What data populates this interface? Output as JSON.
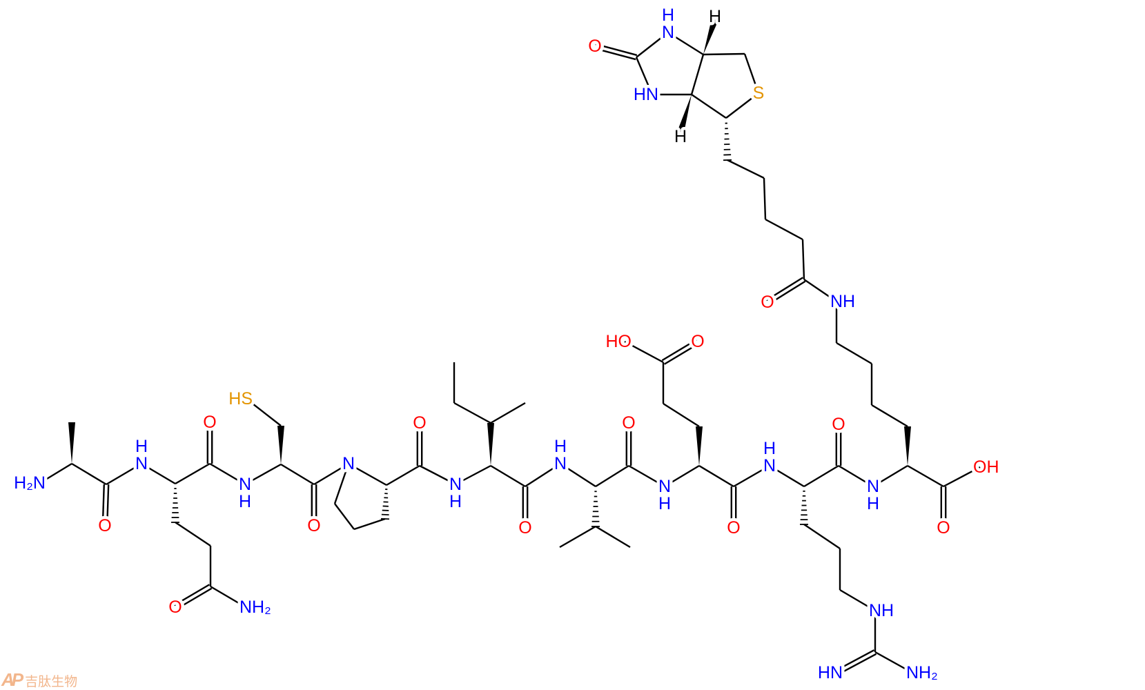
{
  "colors": {
    "carbon_bond": "#000000",
    "nitrogen": "#0000ff",
    "oxygen": "#ff0000",
    "sulfur": "#e39400",
    "watermark": "#f0a470"
  },
  "labels": {
    "ala_n": "H₂N",
    "ala_o": "O",
    "gln_n": "N",
    "gln_h": "H",
    "gln_o": "O",
    "gln_od": "O",
    "gln_ne": "NH₂",
    "cys_n": "N",
    "cys_h": "H",
    "cys_s": "HS",
    "cys_o": "O",
    "pro_n": "N",
    "pro_o": "O",
    "ile_n": "N",
    "ile_h": "H",
    "ile_o": "O",
    "val_n": "N",
    "val_h": "H",
    "val_o": "O",
    "glu_n": "N",
    "glu_h": "H",
    "glu_oh": "HO",
    "glu_oe": "O",
    "glu_o": "O",
    "arg_n": "N",
    "arg_h": "H",
    "arg_o": "O",
    "arg_ne": "NH",
    "arg_nh1": "HN",
    "arg_nh2": "NH₂",
    "lys_n": "N",
    "lys_h": "H",
    "lys_o": "O",
    "lys_oh": "OH",
    "lys_nz": "NH",
    "bt_o": "O",
    "bt_s": "S",
    "bt_n1": "N",
    "bt_n1h": "H",
    "bt_n3": "HN",
    "bt_ou": "O",
    "bt_h6a": "H",
    "bt_h3a": "H"
  },
  "watermark": {
    "logo": "AP",
    "text": "吉肽生物"
  }
}
